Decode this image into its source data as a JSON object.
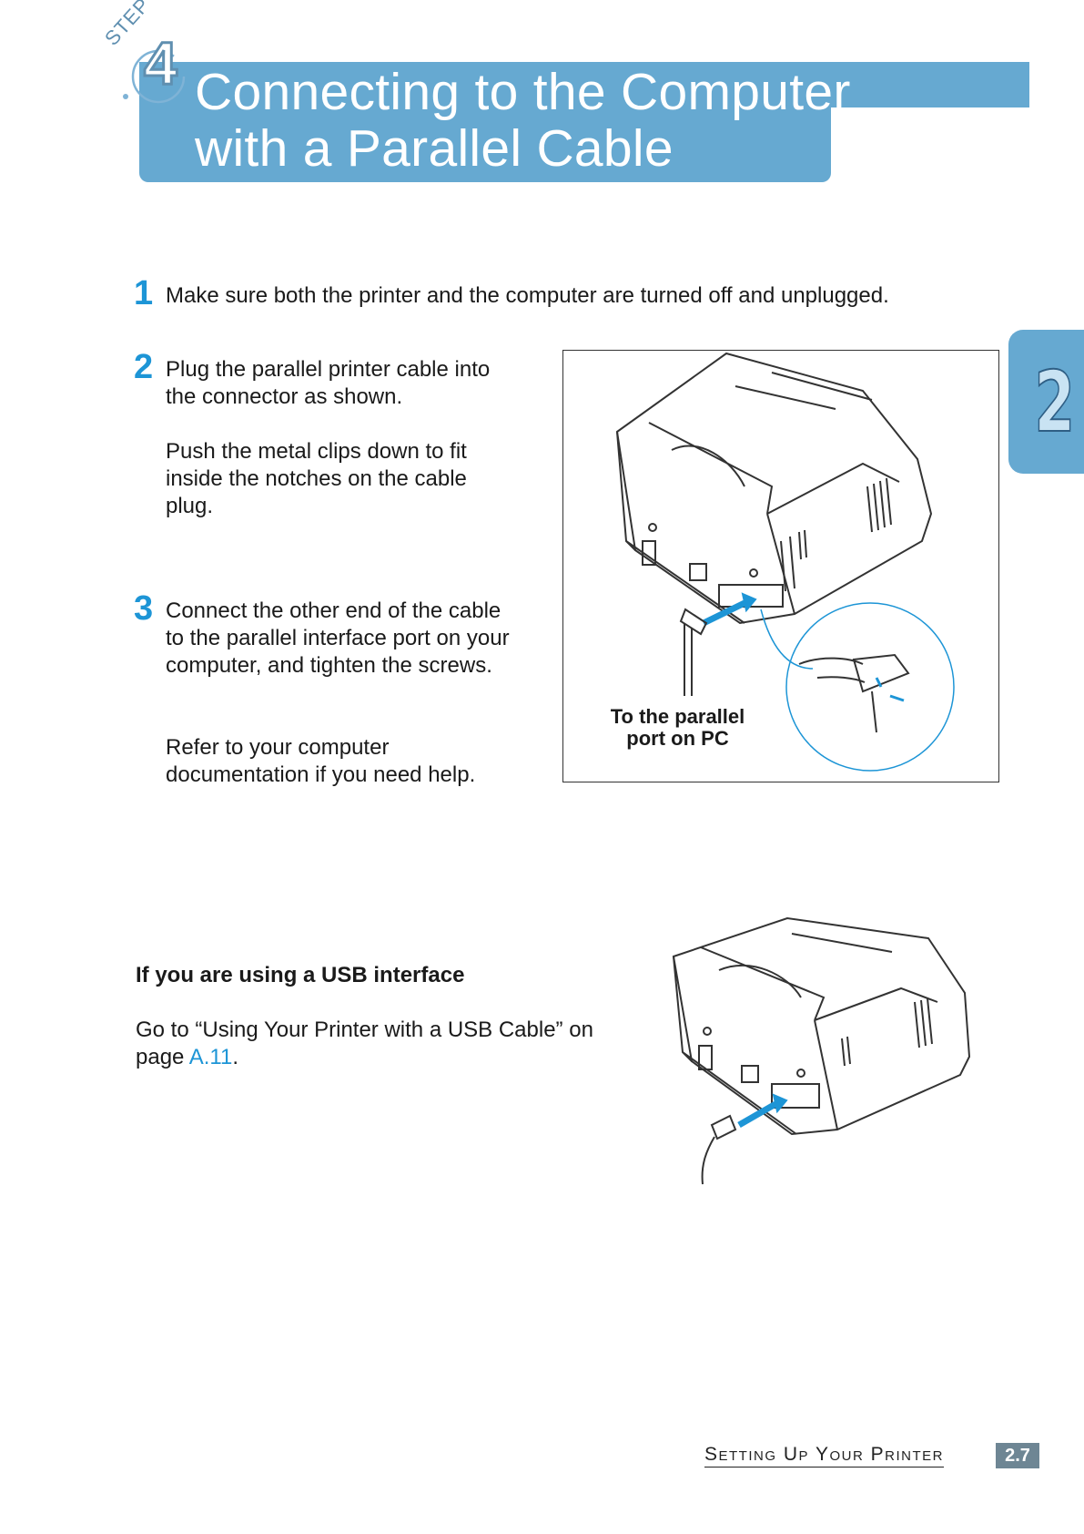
{
  "header": {
    "step_word": "STEP",
    "step_number": "4",
    "title_line1": "Connecting to the Computer",
    "title_line2": "with a Parallel Cable"
  },
  "chapter_tab": {
    "number": "2"
  },
  "steps": [
    {
      "number": "1",
      "text": "Make sure both the printer and the computer are turned off and unplugged."
    },
    {
      "number": "2",
      "text": "Plug the parallel printer cable into the connector as shown.",
      "note": "Push the metal clips down to fit inside the notches on the cable plug."
    },
    {
      "number": "3",
      "text": "Connect the other end of the cable to the parallel interface port on your computer, and tighten the screws.",
      "note": "Refer to your computer documentation if you need help."
    }
  ],
  "figure_parallel": {
    "callout": "To the parallel port on PC"
  },
  "usb": {
    "heading": "If you are using a USB interface",
    "text_before": "Go to “Using Your Printer with a USB Cable” on page ",
    "link": "A.11",
    "text_after": "."
  },
  "footer": {
    "section": "Setting Up Your Printer",
    "page": "2.7"
  },
  "colors": {
    "accent": "#66a9d1",
    "step_number": "#1d95d6",
    "page_box": "#6e8694"
  }
}
